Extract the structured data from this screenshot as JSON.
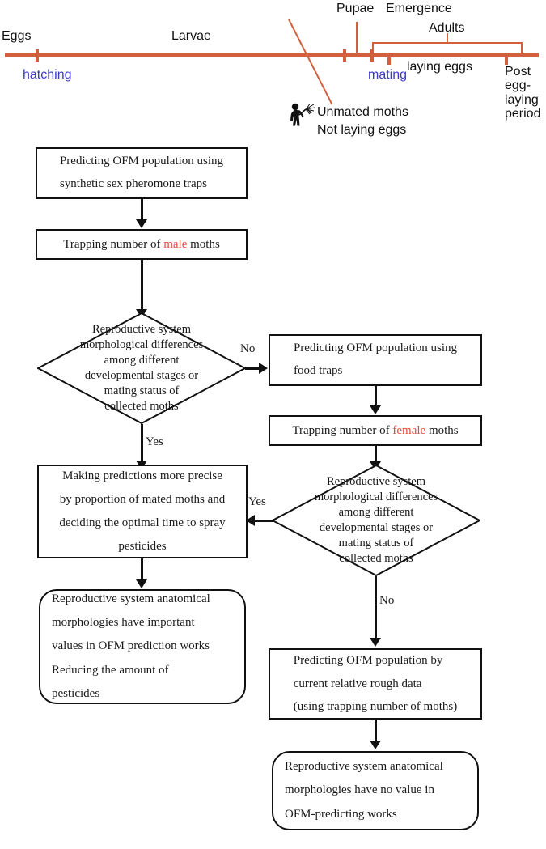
{
  "timeline": {
    "stages": [
      {
        "id": "eggs",
        "label": "Eggs"
      },
      {
        "id": "larvae",
        "label": "Larvae"
      },
      {
        "id": "pupae",
        "label": "Pupae"
      },
      {
        "id": "emergence",
        "label": "Emergence"
      },
      {
        "id": "adults",
        "label": "Adults"
      }
    ],
    "events": [
      {
        "id": "hatching",
        "label": "hatching",
        "color": "#3A3AC8"
      },
      {
        "id": "mating",
        "label": "mating",
        "color": "#3A3AC8"
      },
      {
        "id": "laying-eggs",
        "label": "laying eggs",
        "color": "#111111"
      }
    ],
    "post_period": "Post\negg-\nlaying\nperiod",
    "post_period_lines": [
      "Post",
      "egg-",
      "laying",
      "period"
    ],
    "annotation": {
      "line1": "Unmated moths",
      "line2": "Not laying eggs",
      "icon": "person-with-insect-net-icon"
    },
    "axis_color": "#D2603C"
  },
  "flowchart": {
    "colors": {
      "stroke": "#111111",
      "highlight": "#E8463C"
    },
    "nodes": {
      "n1": {
        "type": "process",
        "lines": [
          "Predicting OFM population using",
          "synthetic sex pheromone traps"
        ]
      },
      "n2": {
        "type": "process",
        "prefix": "Trapping number of ",
        "highlight": "male",
        "suffix": " moths"
      },
      "d1": {
        "type": "decision",
        "lines": [
          "Reproductive system",
          "morphological differences",
          "among different",
          "developmental stages or",
          "mating status of",
          "collected moths"
        ],
        "branch_no": "No",
        "branch_yes": "Yes"
      },
      "n3": {
        "type": "process",
        "lines": [
          "Predicting OFM population using",
          "food traps"
        ]
      },
      "n4": {
        "type": "process",
        "prefix": "Trapping number of ",
        "highlight": "female",
        "suffix": " moths"
      },
      "d2": {
        "type": "decision",
        "lines": [
          "Reproductive system",
          "morphological differences",
          "among different",
          "developmental stages or",
          "mating status of",
          "collected moths"
        ],
        "branch_yes": "Yes",
        "branch_no": "No"
      },
      "n5": {
        "type": "process",
        "lines": [
          "Making predictions more precise",
          "by proportion of mated moths and",
          "deciding the optimal time to spray",
          "pesticides"
        ]
      },
      "n6": {
        "type": "terminator",
        "lines": [
          "Reproductive system anatomical",
          "morphologies have important",
          "values in OFM prediction works",
          "Reducing the amount of",
          "pesticides"
        ]
      },
      "n7": {
        "type": "process",
        "lines": [
          "Predicting OFM population by",
          "current relative rough data",
          "(using trapping number of moths)"
        ]
      },
      "n8": {
        "type": "terminator",
        "lines": [
          "Reproductive system anatomical",
          "morphologies have no value in",
          "OFM-predicting works"
        ]
      }
    }
  }
}
